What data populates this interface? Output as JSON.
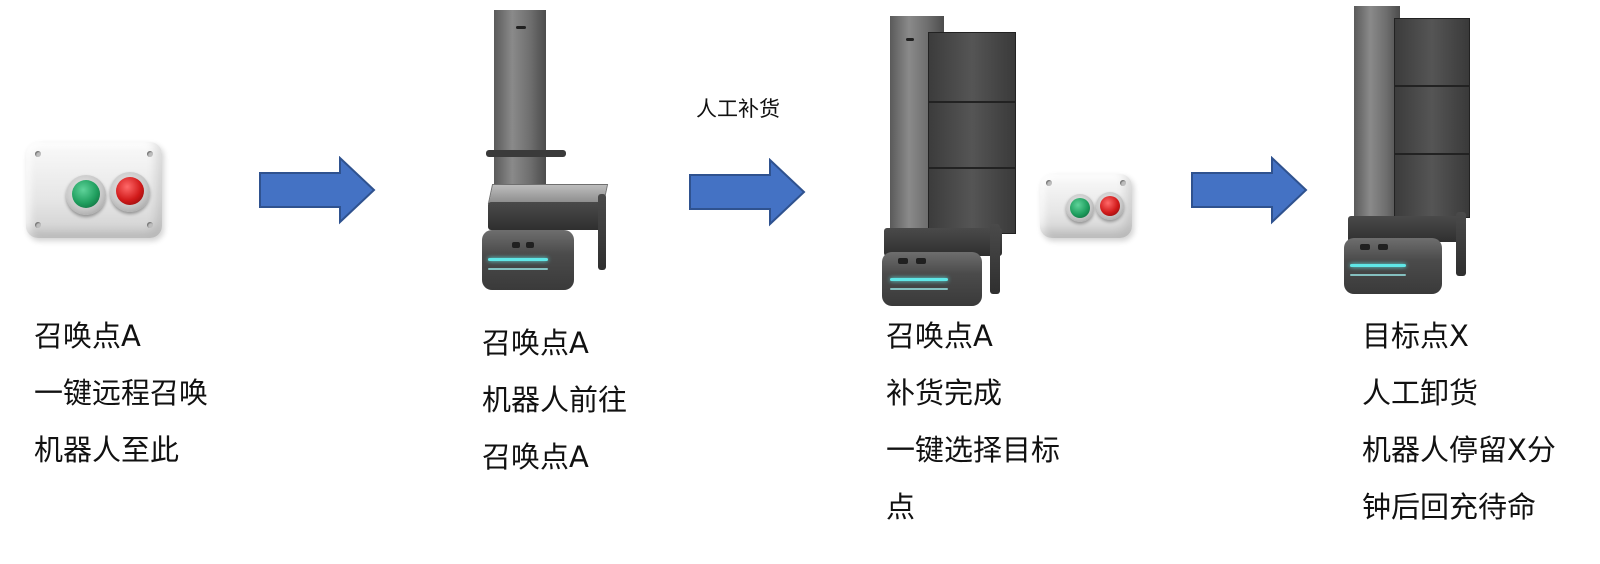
{
  "steps": [
    {
      "lines": [
        "召唤点A",
        "一键远程召唤",
        "机器人至此"
      ]
    },
    {
      "lines": [
        "召唤点A",
        "机器人前往",
        "召唤点A"
      ]
    },
    {
      "lines": [
        "召唤点A",
        "补货完成",
        "一键选择目标",
        "点"
      ]
    },
    {
      "lines": [
        "目标点X",
        "人工卸货",
        "机器人停留X分",
        "钟后回充待命"
      ]
    }
  ],
  "arrow_notes": {
    "arrow2": "人工补货"
  },
  "colors": {
    "arrow_fill": "#4472C4",
    "arrow_stroke": "#2F528F",
    "button_green": "#1f9e5e",
    "button_red": "#d11a1a",
    "led": "#5fe7e7"
  },
  "icons": [
    "push-button-box",
    "delivery-robot-empty",
    "delivery-robot-loaded",
    "flow-arrow"
  ]
}
